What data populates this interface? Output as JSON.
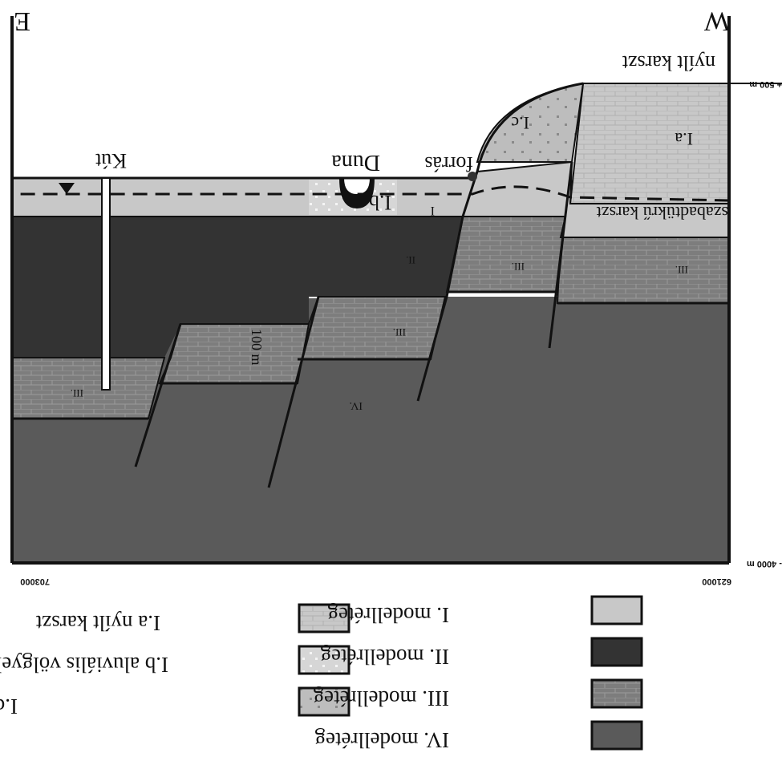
{
  "legend": {
    "left": [
      {
        "label": "IV. modellréteg",
        "color": "#5a5a5a",
        "pattern": "solid"
      },
      {
        "label": "III. modellréteg",
        "color": "#7d7d7d",
        "pattern": "brick"
      },
      {
        "label": "II. modellréteg",
        "color": "#333333",
        "pattern": "solid"
      },
      {
        "label": "I. modellréteg",
        "color": "#c8c8c8",
        "pattern": "solid"
      }
    ],
    "right": [
      {
        "label": "I.c domboldalak mállott zónája",
        "color": "#bdbdbd",
        "pattern": "dots"
      },
      {
        "label": "I.b aluviális völgyek",
        "color": "#d6d6d6",
        "pattern": "lightdots"
      },
      {
        "label": "I.a nyílt karszt",
        "color": "#c8c8c8",
        "pattern": "brick"
      }
    ]
  },
  "axes": {
    "x_left": "621000",
    "x_right": "703000",
    "y_top": "- 4000 m",
    "y_bottom": "+ 500 m",
    "west": "W",
    "east": "E"
  },
  "labels": {
    "iv": "IV.",
    "iii_1": "III.",
    "iii_2": "III.",
    "iii_3": "III.",
    "iii_4": "III.",
    "ii": "II.",
    "i": "I",
    "scale": "100 m",
    "ia": "I.a",
    "ib": "I.b",
    "ic": "I.c",
    "szabad": "szabadtükrű karszt",
    "nyilt": "nyílt karszt",
    "forras": "forrás",
    "duna": "Duna",
    "kut": "Kút"
  },
  "colors": {
    "layer_iv": "#5a5a5a",
    "layer_iii": "#7d7d7d",
    "layer_ii": "#333333",
    "layer_i": "#c8c8c8",
    "ic": "#bdbdbd",
    "ib": "#d6d6d6",
    "ink": "#111111"
  }
}
